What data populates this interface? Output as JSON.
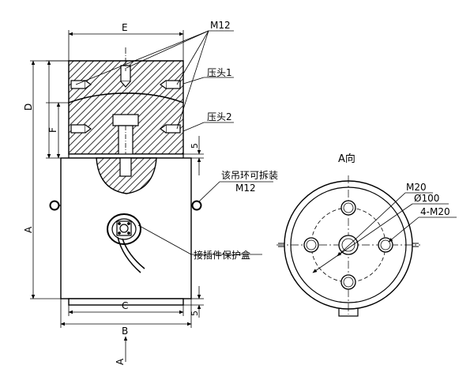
{
  "labels": {
    "dim_e": "E",
    "dim_d": "D",
    "dim_f": "F",
    "dim_a": "A",
    "dim_b": "B",
    "dim_c": "C",
    "dim_5_top": "5",
    "dim_5_bottom": "5",
    "thread_top": "M12",
    "press_head_1": "压头1",
    "press_head_2": "压头2",
    "lifting_ring_line1": "该吊环可拆装",
    "lifting_ring_line2": "M12",
    "connector_box": "接插件保护盒",
    "view_a_title": "A向",
    "view_m20": "M20",
    "view_dia100": "Ø100",
    "view_4m20": "4-M20",
    "view_arrow_a": "A"
  },
  "colors": {
    "line": "#000000",
    "hatch": "#000000",
    "body_fill": "#ffffff"
  }
}
